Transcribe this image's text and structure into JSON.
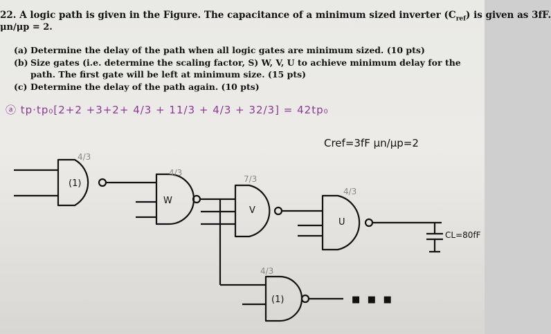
{
  "question": {
    "number": "22.",
    "title_text": "A logic path is given in the Figure. The capacitance of a minimum sized inverter (C",
    "title_sub": "ref",
    "title_end": ") is given as 3fF.",
    "ratio_line": "μn/μp = 2."
  },
  "parts": [
    {
      "tag": "(a)",
      "text": "Determine the delay of the path when all logic gates are minimum sized. (10 pts)"
    },
    {
      "tag": "(b)",
      "text": "Size gates (i.e. determine the scaling factor, S) W, V, U to achieve minimum delay for the path. The first gate will be left at minimum size. (15 pts)"
    },
    {
      "tag": "(c)",
      "text": "Determine the delay of the path again. (10 pts)"
    }
  ],
  "handwritten_note": "ⓐ tp·tp₀[2+2 +3+2+ 4/3 + 11/3 + 4/3 + 32/3] = 42tp₀",
  "figure": {
    "cref_label": "Cref=3fF  μn/μp=2",
    "load_label": "CL=80fF",
    "gate_labels": {
      "g1": "(1)",
      "w": "W",
      "v": "V",
      "u": "U",
      "g5": "(1)"
    },
    "pencil_notes": {
      "g1": "4/3",
      "w": "4/3",
      "v": "7/3",
      "u": "4/3",
      "g5": "4/3"
    },
    "continuation": "■ ■ ■"
  }
}
